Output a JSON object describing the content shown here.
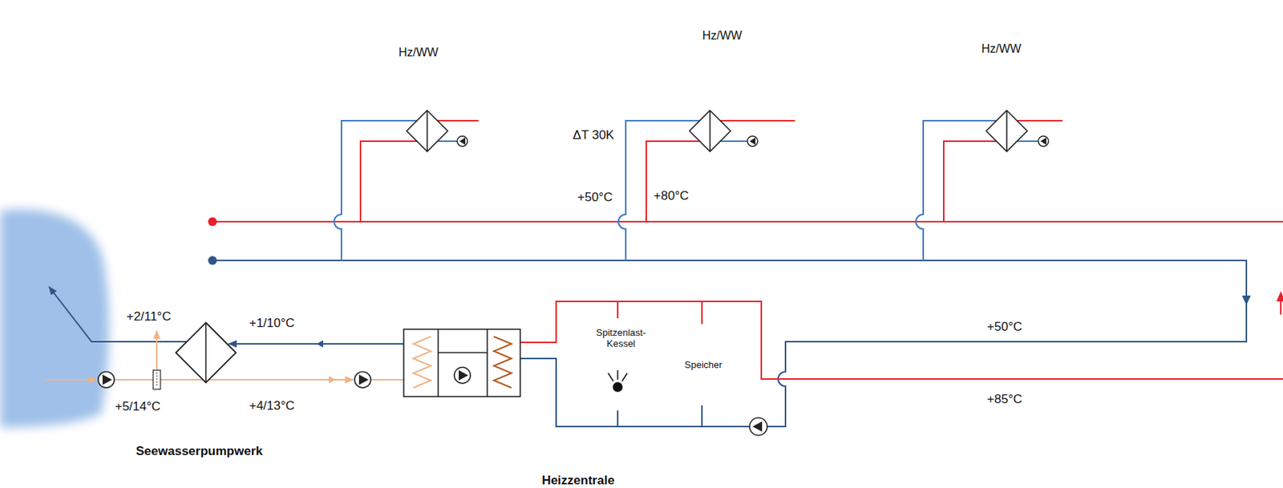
{
  "diagram": {
    "nodes": [
      {
        "text": [
          "Hz/WW"
        ]
      },
      {
        "text": [
          "Hz/WW"
        ]
      },
      {
        "text": [
          "Hz/WW"
        ]
      },
      {
        "text": [
          "Seewasserpumpwerk"
        ]
      },
      {
        "text": [
          "Heizzentrale"
        ]
      },
      {
        "text": [
          "Spitzenlast- Kessel"
        ],
        "in": 4
      },
      {
        "text": [
          "Speicher"
        ],
        "in": 4
      }
    ],
    "edges": [
      {
        "from": 3,
        "to": 4,
        "arrow": "to"
      },
      {
        "from": 4,
        "to": 3,
        "arrow": "to"
      }
    ],
    "labels": [
      "ΔT 30K",
      "+50°C",
      "+80°C",
      "+2/11°C",
      "+1/10°C",
      "+5/14°C",
      "+4/13°C",
      "+50°C",
      "+85°C"
    ]
  }
}
